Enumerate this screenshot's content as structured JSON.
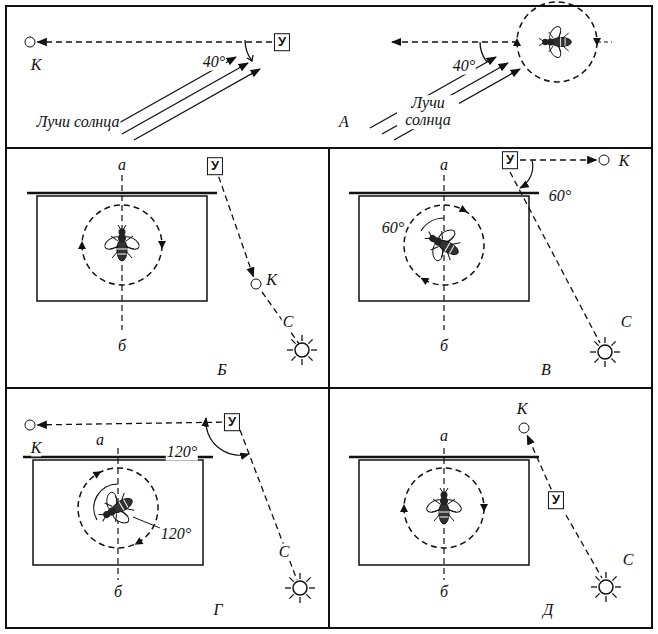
{
  "diagram": {
    "nodes": [
      {
        "text": [
          "У"
        ]
      },
      {
        "text": [
          "К"
        ]
      },
      {
        "text": [
          "У"
        ]
      },
      {
        "text": [
          "К"
        ]
      },
      {
        "text": [
          "У"
        ]
      },
      {
        "text": [
          "К"
        ]
      },
      {
        "text": [
          "У"
        ]
      },
      {
        "text": [
          "К"
        ]
      },
      {
        "text": [
          "У"
        ]
      },
      {
        "text": [
          "К"
        ]
      }
    ],
    "edges": [
      {
        "from": 0,
        "to": 1,
        "arrow": "to"
      },
      {
        "from": 2,
        "to": 3,
        "arrow": "to"
      },
      {
        "from": 4,
        "to": 5,
        "arrow": "to"
      },
      {
        "from": 6,
        "to": 7,
        "arrow": "to"
      },
      {
        "from": 8,
        "to": 9,
        "arrow": "to"
      }
    ],
    "labels": [
      "40°",
      "Лучи солнца",
      "40°",
      "Лучи солнца",
      "А",
      "а",
      "б",
      "С",
      "Б",
      "а",
      "60°",
      "б",
      "60°",
      "С",
      "В",
      "120°",
      "а",
      "120°",
      "б",
      "С",
      "Г",
      "а",
      "б",
      "С",
      "Д"
    ]
  }
}
